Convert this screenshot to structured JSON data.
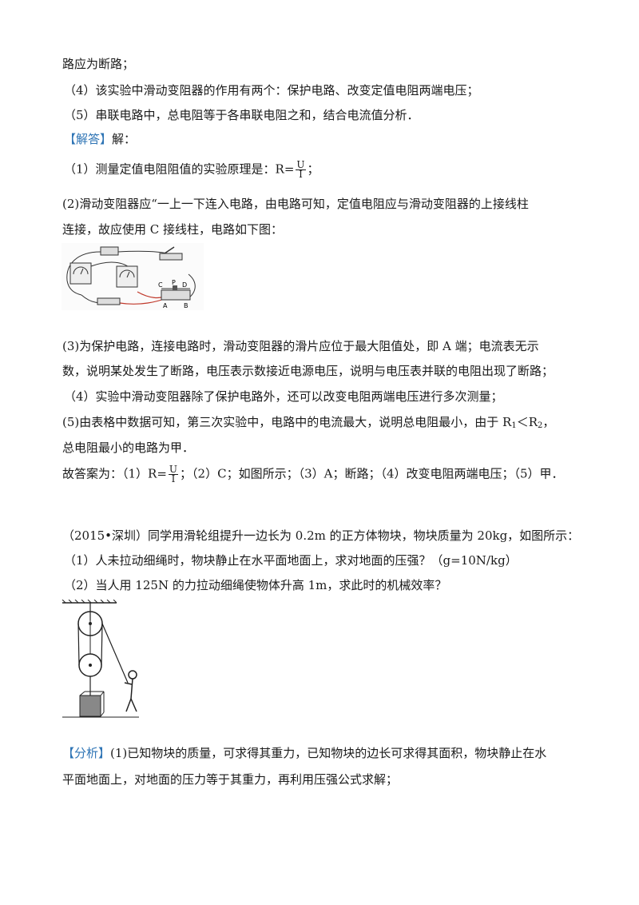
{
  "lines": {
    "l1": "路应为断路；",
    "l2": "（4）该实验中滑动变阻器的作用有两个：保护电路、改变定值电阻两端电压；",
    "l3": "（5）串联电路中，总电阻等于各串联电阻之和，结合电流值分析．",
    "answer_tag": "【解答】",
    "answer_tail": "解：",
    "a1_pre": "（1）测量定值电阻阻值的实验原理是：R=",
    "a1_post": "；",
    "frac_num": "U",
    "frac_den": "I",
    "a2_1": "(2)滑动变阻器应“一上一下连入电路，由电路可知，定值电阻应与滑动变阻器的上接线柱",
    "a2_2": "连接，故应使用 C 接线柱，电路如下图：",
    "a3_1": "(3)为保护电路，连接电路时，滑动变阻器的滑片应位于最大阻值处，即 A 端；电流表无示",
    "a3_2": "数，说明某处发生了断路，电压表示数接近电源电压，说明与电压表并联的电阻出现了断路；",
    "a4": "（4）实验中滑动变阻器除了保护电路外，还可以改变电阻两端电压进行多次测量；",
    "a5_1_pre": "(5)由表格中数据可知，第三次实验中，电路中的电流最大，说明总电阻最小，由于 R",
    "r1_sub": "1",
    "lt": "＜R",
    "r2_sub": "2",
    "comma": "，",
    "a5_2": "总电阻最小的电路为甲．",
    "final_pre": "故答案为：（1）R=",
    "final_post": "；（2）C；如图所示；（3）A；断路；（4）改变电阻两端电压；（5）甲．",
    "q_head": "（2015•深圳）同学用滑轮组提升一边长为 0.2m 的正方体物块，物块质量为 20kg，如图所示：",
    "q1": "（1）人未拉动细绳时，物块静止在水平面地面上，求对地面的压强？（g=10N/kg）",
    "q2": "（2）当人用 125N 的力拉动细绳使物体升高 1m，求此时的机械效率？",
    "analysis_tag": "【分析】",
    "analysis_1": "(1)已知物块的质量，可求得其重力，已知物块的边长可求得其面积，物块静止在水",
    "analysis_2": "平面地面上，对地面的压力等于其重力，再利用压强公式求解；"
  },
  "circuit_labels": {
    "c": "C",
    "p": "P",
    "d": "D",
    "a": "A",
    "b": "B"
  },
  "colors": {
    "tag": "#2e74b5",
    "wire_red": "#c0392b",
    "text": "#1a1a1a"
  }
}
